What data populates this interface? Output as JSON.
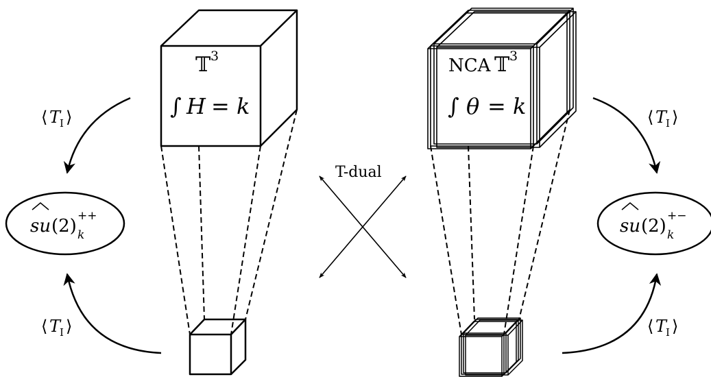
{
  "left_cube": {
    "label_line1": "𝕋",
    "label_line1_sup": "3",
    "label_line2_integral": "∫",
    "label_line2_var": "H",
    "label_line2_rest": "= k"
  },
  "right_cube": {
    "label_prefix": "NCA",
    "label_line1": "𝕋",
    "label_line1_sup": "3",
    "label_line2_integral": "∫",
    "label_line2_var": "θ",
    "label_line2_rest": "= k"
  },
  "center": {
    "tdual_label": "T-dual"
  },
  "left_oval": {
    "base": "su",
    "rest": "(2)",
    "sub": "k",
    "sup": "++"
  },
  "right_oval": {
    "base": "su",
    "rest": "(2)",
    "sub": "k",
    "sup": "+−"
  },
  "arrow_labels": {
    "T": "T",
    "sub": "I",
    "open": "⟨",
    "close": "⟩"
  }
}
